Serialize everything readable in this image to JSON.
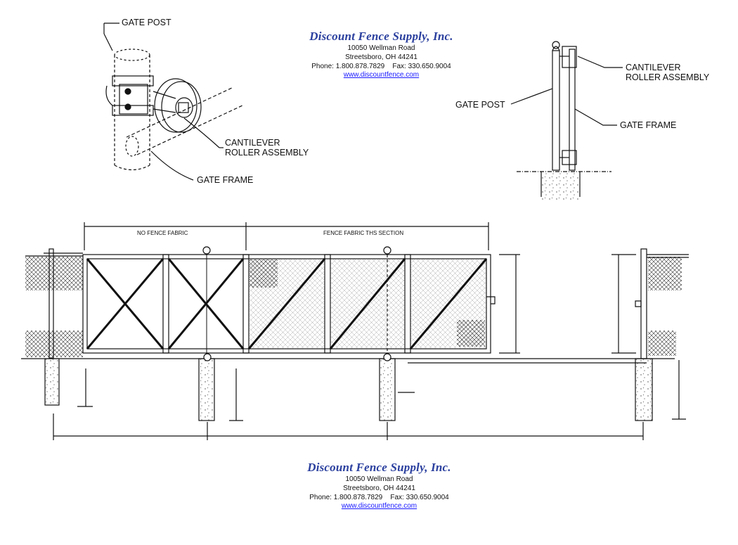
{
  "company": {
    "name": "Discount Fence Supply, Inc.",
    "address1": "10050 Wellman Road",
    "address2": "Streetsboro, OH 44241",
    "phone": "Phone: 1.800.878.7829",
    "fax": "Fax: 330.650.9004",
    "website": "www.discountfence.com"
  },
  "detail_left": {
    "gate_post": "GATE POST",
    "roller_line1": "CANTILEVER",
    "roller_line2": "ROLLER ASSEMBLY",
    "gate_frame": "GATE FRAME"
  },
  "detail_right": {
    "roller_line1": "CANTILEVER",
    "roller_line2": "ROLLER ASSEMBLY",
    "gate_post": "GATE POST",
    "gate_frame": "GATE FRAME"
  },
  "elevation": {
    "no_fabric": "NO FENCE FABRIC",
    "fabric_section": "FENCE FABRIC THS SECTION"
  },
  "colors": {
    "brand": "#2a3f9e",
    "link": "#1a1aff",
    "ink": "#111111"
  }
}
